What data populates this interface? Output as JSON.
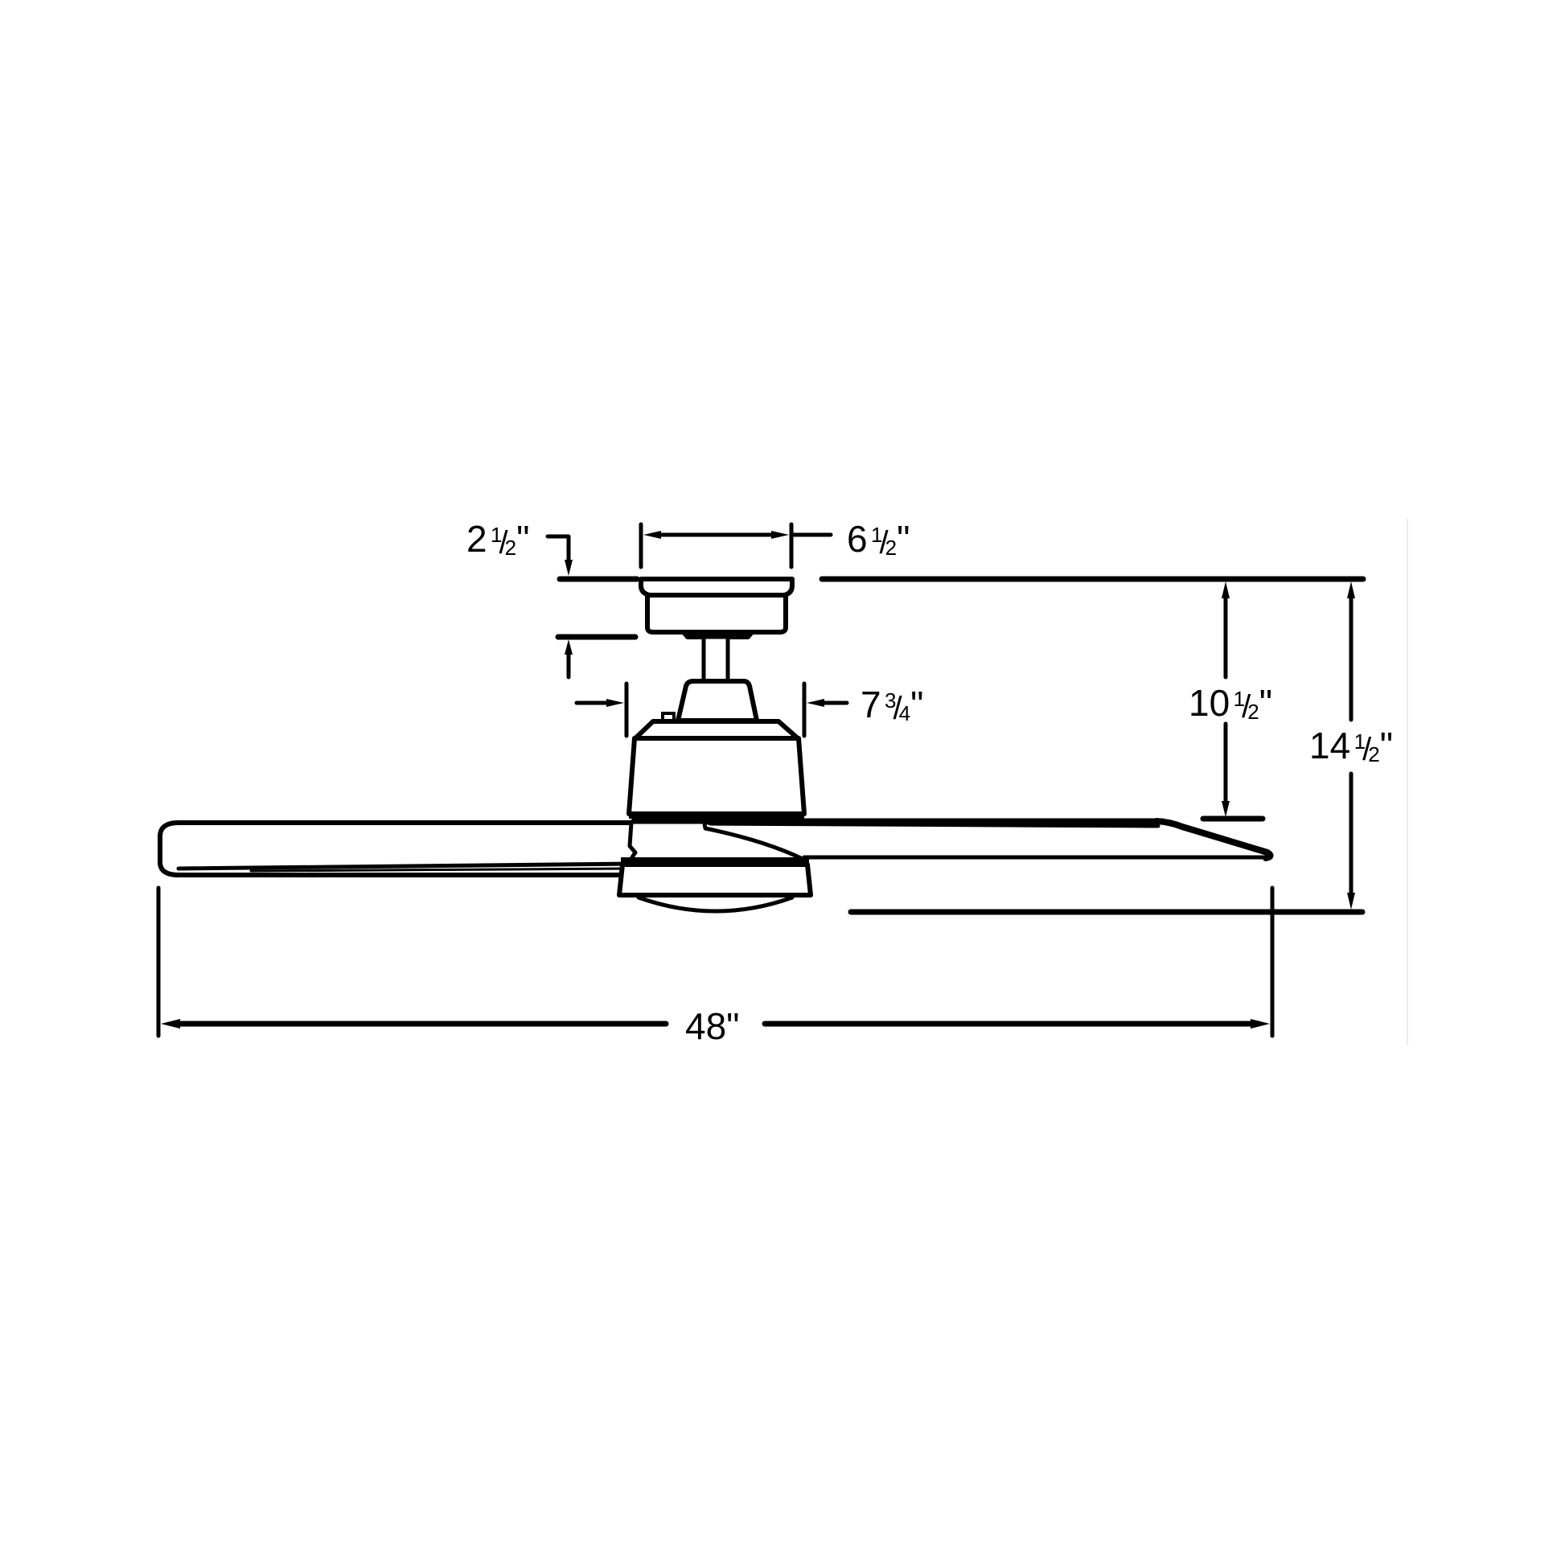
{
  "diagram": {
    "subject": "Ceiling fan side elevation with dimensions",
    "line_color": "#000000",
    "background": "#ffffff"
  },
  "dimensions": {
    "canopy_height": {
      "whole": "2",
      "num": "1",
      "den": "2",
      "unit": "\"",
      "text": "2 1/2\""
    },
    "canopy_width": {
      "whole": "6",
      "num": "1",
      "den": "2",
      "unit": "\"",
      "text": "6 1/2\""
    },
    "motor_width": {
      "whole": "7",
      "num": "3",
      "den": "4",
      "unit": "\"",
      "text": "7 3/4\""
    },
    "ceiling_to_blade": {
      "whole": "10",
      "num": "1",
      "den": "2",
      "unit": "\"",
      "text": "10 1/2\""
    },
    "overall_height": {
      "whole": "14",
      "num": "1",
      "den": "2",
      "unit": "\"",
      "text": "14 1/2\""
    },
    "blade_span": {
      "whole": "48",
      "unit": "\"",
      "text": "48\""
    }
  }
}
